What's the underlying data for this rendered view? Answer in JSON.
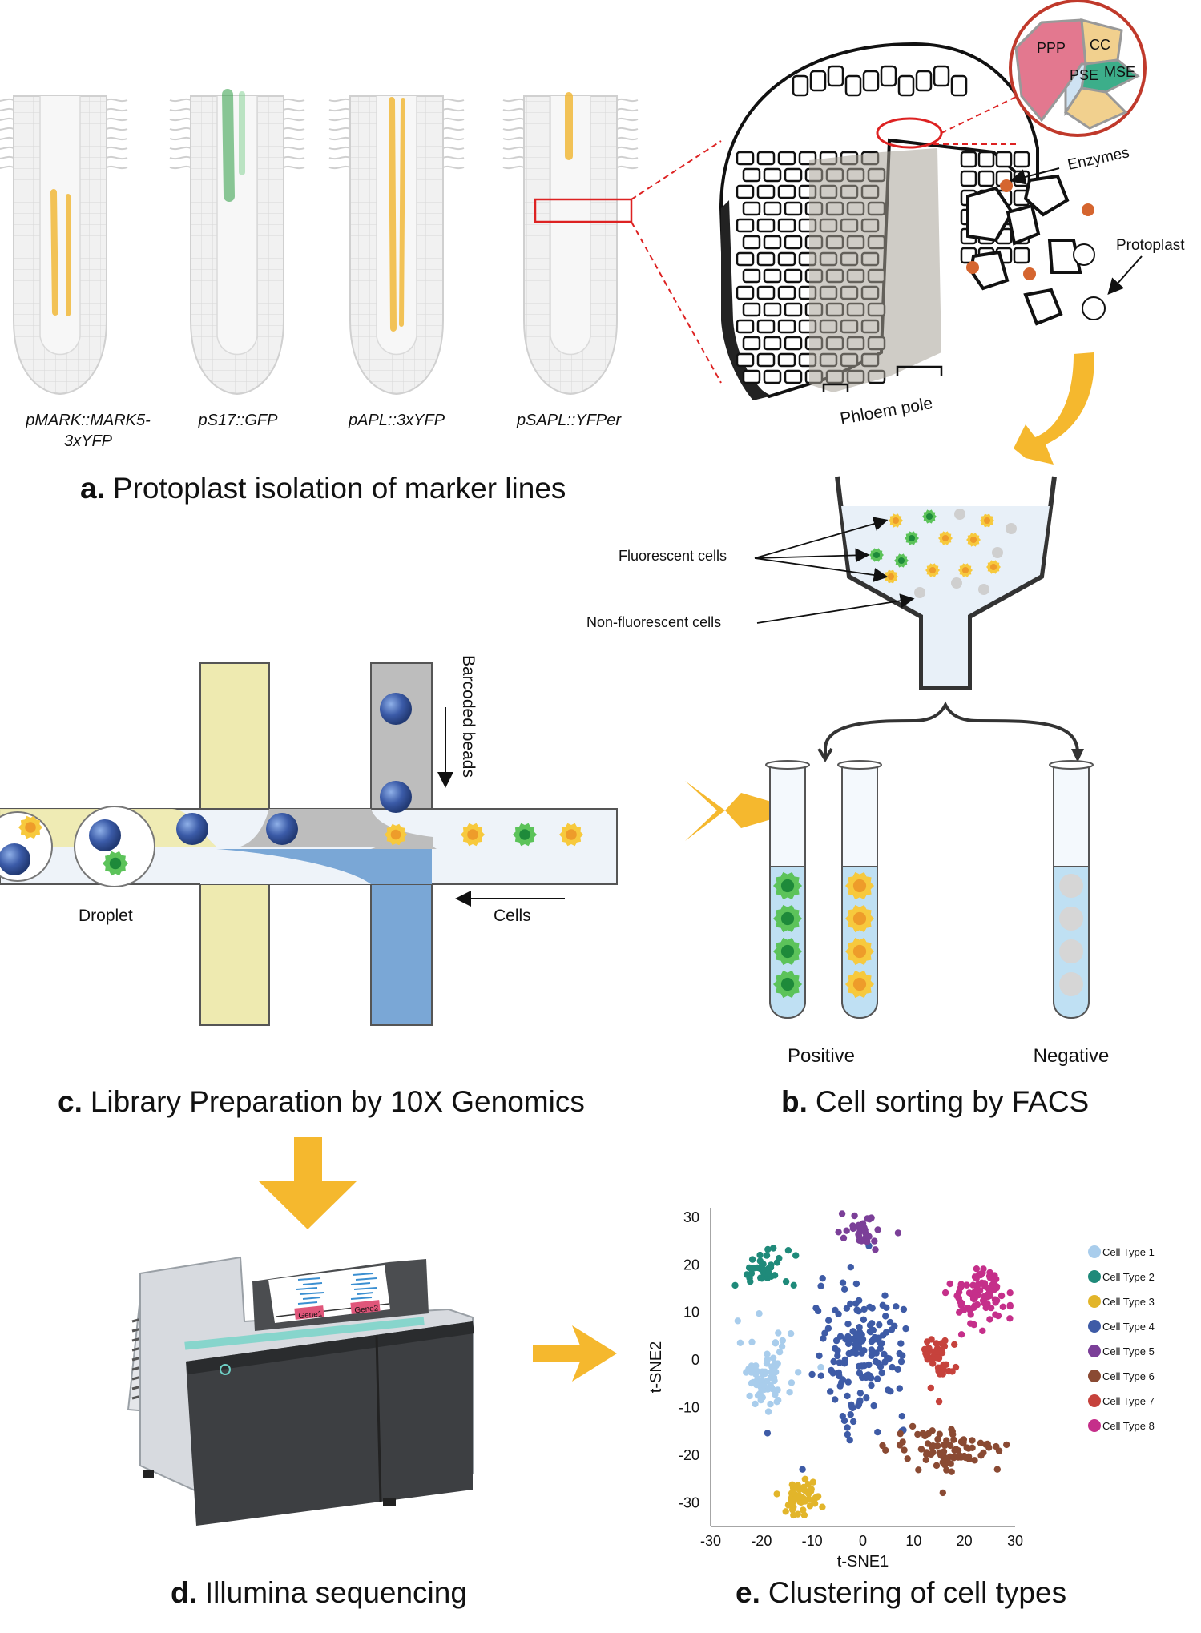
{
  "panels": {
    "a": {
      "letter": "a.",
      "title": "Protoplast isolation of marker lines",
      "marker_lines": [
        {
          "label_line1": "pMARK::MARK5-",
          "label_line2": "3xYFP",
          "color": "#f2b93b"
        },
        {
          "label_line1": "pS17::GFP",
          "label_line2": "",
          "color": "#2f9e44"
        },
        {
          "label_line1": "pAPL::3xYFP",
          "label_line2": "",
          "color": "#f2b93b"
        },
        {
          "label_line1": "pSAPL::YFPer",
          "label_line2": "",
          "color": "#f2b93b"
        }
      ],
      "cross_section": {
        "cells": [
          "PPP",
          "CC",
          "PSE",
          "MSE"
        ],
        "enzymes": "Enzymes",
        "protoplast": "Protoplast",
        "phloem_pole": "Phloem pole"
      }
    },
    "b": {
      "letter": "b.",
      "title": "Cell sorting by FACS",
      "fluorescent": "Fluorescent cells",
      "non_fluorescent": "Non-fluorescent cells",
      "positive": "Positive",
      "negative": "Negative"
    },
    "c": {
      "letter": "c.",
      "title": "Library Preparation by 10X Genomics",
      "barcoded_beads": "Barcoded beads",
      "cells": "Cells",
      "droplet": "Droplet"
    },
    "d": {
      "letter": "d.",
      "title": "Illumina sequencing",
      "genes": [
        "Gene1",
        "Gene2"
      ]
    },
    "e": {
      "letter": "e.",
      "title": "Clustering of cell types"
    }
  },
  "colors": {
    "arrow": "#f5b82e",
    "yfp": "#f2b93b",
    "gfp": "#2f9e44",
    "bead": "#3b5ba8",
    "channel_yellow": "#eeeab0",
    "channel_blue": "#7aa7d6",
    "channel_gray": "#bdbdbd"
  },
  "chart_data": {
    "type": "scatter",
    "xlabel": "t-SNE1",
    "ylabel": "t-SNE2",
    "xlim": [
      -30,
      30
    ],
    "ylim": [
      -35,
      32
    ],
    "xticks": [
      -30,
      -20,
      -10,
      0,
      10,
      20,
      30
    ],
    "yticks": [
      30,
      20,
      10,
      0,
      -10,
      -20,
      -30
    ],
    "legend_position": "right",
    "series": [
      {
        "name": "Cell Type 1",
        "color": "#a9cdec",
        "center": [
          -19,
          -3
        ],
        "spread": [
          5,
          7
        ],
        "n": 70
      },
      {
        "name": "Cell Type 2",
        "color": "#1f8a7a",
        "center": [
          -20,
          19
        ],
        "spread": [
          5,
          4
        ],
        "n": 40
      },
      {
        "name": "Cell Type 3",
        "color": "#e2b52a",
        "center": [
          -12,
          -29
        ],
        "spread": [
          4,
          4
        ],
        "n": 50
      },
      {
        "name": "Cell Type 4",
        "color": "#3e5ba6",
        "center": [
          0,
          2
        ],
        "spread": [
          8,
          13
        ],
        "n": 160
      },
      {
        "name": "Cell Type 5",
        "color": "#7b3f98",
        "center": [
          0,
          27
        ],
        "spread": [
          4,
          3
        ],
        "n": 30
      },
      {
        "name": "Cell Type 6",
        "color": "#8a4a33",
        "center": [
          17,
          -19
        ],
        "spread": [
          10,
          4
        ],
        "n": 85
      },
      {
        "name": "Cell Type 7",
        "color": "#c6423c",
        "center": [
          15,
          0
        ],
        "spread": [
          3,
          5
        ],
        "n": 45
      },
      {
        "name": "Cell Type 8",
        "color": "#c52f8a",
        "center": [
          23,
          14
        ],
        "spread": [
          5,
          6
        ],
        "n": 90
      }
    ]
  }
}
